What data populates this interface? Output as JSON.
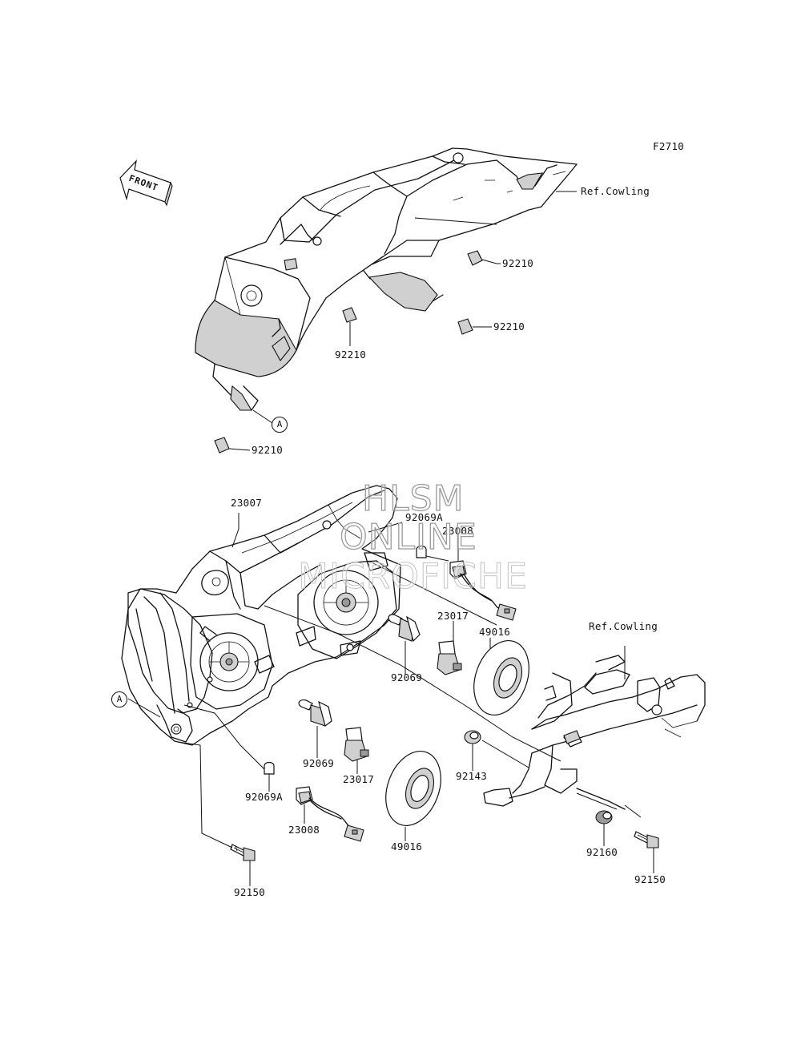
{
  "figure_code": "F2710",
  "front_label": "FRONT",
  "ref_label": "Ref.Cowling",
  "callout": "A",
  "watermark": [
    "HLSM",
    "ONLINE",
    "MICROFICHE"
  ],
  "parts": {
    "p92210": "92210",
    "p23007": "23007",
    "p92069A": "92069A",
    "p23008": "23008",
    "p23017": "23017",
    "p49016": "49016",
    "p92069": "92069",
    "p92143": "92143",
    "p92160": "92160",
    "p92150": "92150"
  }
}
